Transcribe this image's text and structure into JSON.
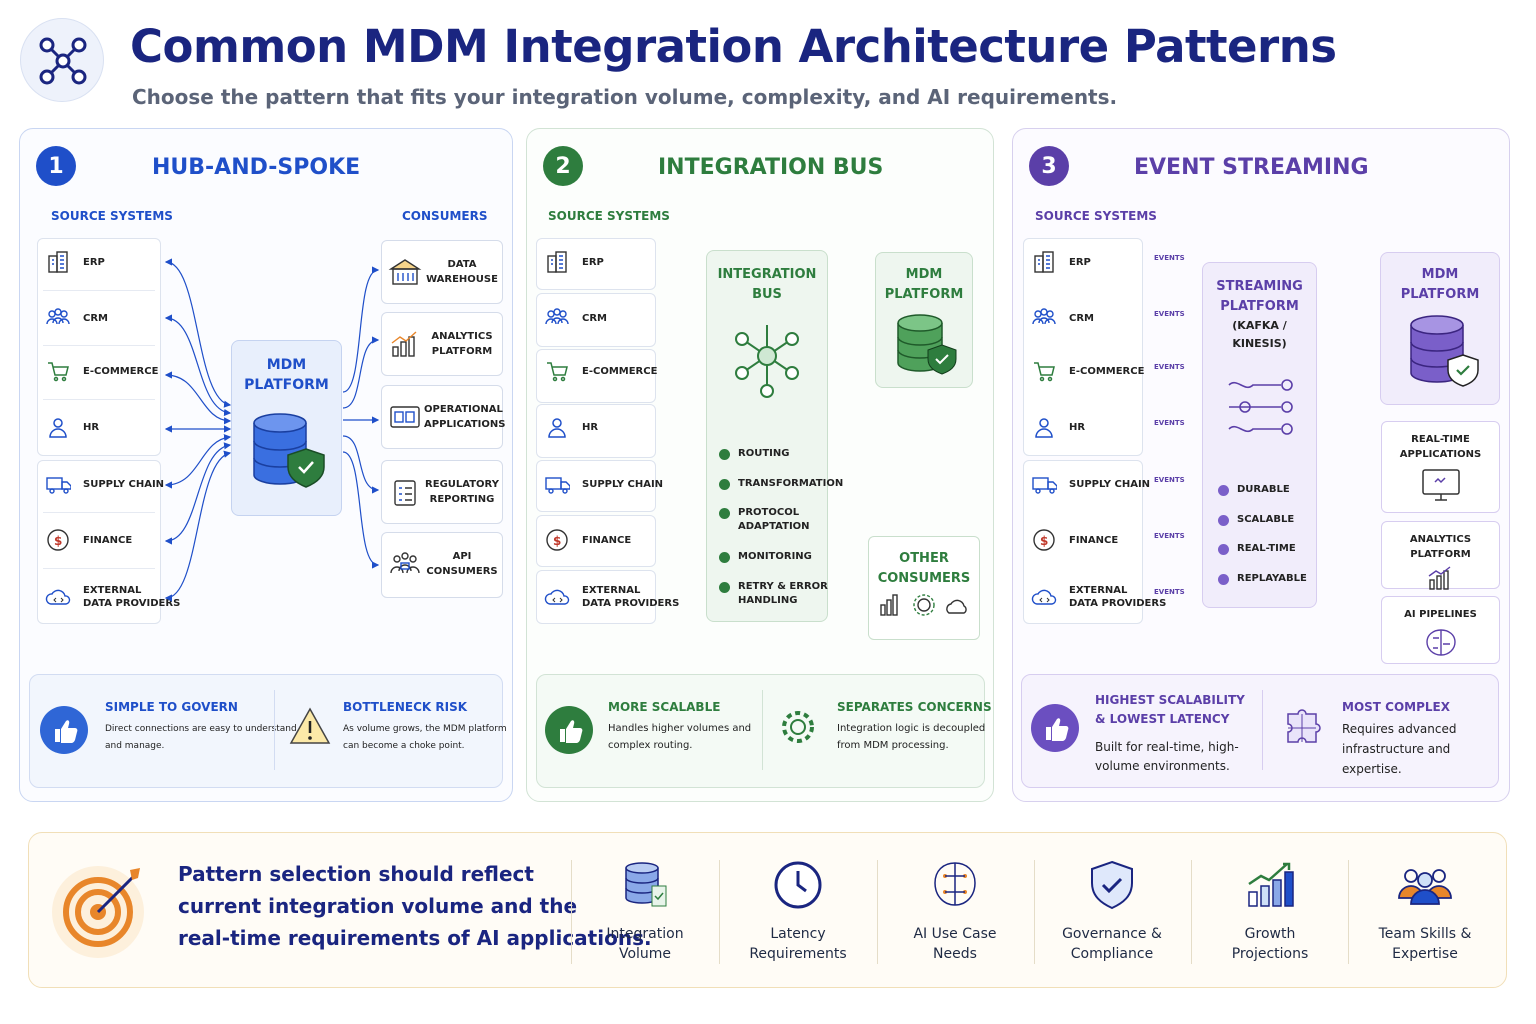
{
  "title": "Common MDM Integration Architecture Patterns",
  "subtitle": "Choose the pattern that fits your integration volume, complexity, and AI requirements.",
  "patterns": [
    {
      "number": "1",
      "title": "HUB-AND-SPOKE",
      "sources_label": "SOURCE SYSTEMS",
      "consumers_label": "CONSUMERS",
      "hub": [
        "MDM",
        "PLATFORM"
      ],
      "consumers": [
        [
          "DATA",
          "WAREHOUSE"
        ],
        [
          "ANALYTICS",
          "PLATFORM"
        ],
        [
          "OPERATIONAL",
          "APPLICATIONS"
        ],
        [
          "REGULATORY",
          "REPORTING"
        ],
        [
          "API",
          "CONSUMERS"
        ]
      ],
      "pro": {
        "title": "SIMPLE TO GOVERN",
        "text": [
          "Direct connections are easy to understand",
          "and manage."
        ]
      },
      "con": {
        "title": "BOTTLENECK RISK",
        "text": [
          "As volume grows, the MDM platform",
          "can become a choke point."
        ]
      }
    },
    {
      "number": "2",
      "title": "INTEGRATION BUS",
      "sources_label": "SOURCE SYSTEMS",
      "bus": [
        "INTEGRATION",
        "BUS"
      ],
      "mdm": [
        "MDM",
        "PLATFORM"
      ],
      "features": [
        [
          "ROUTING"
        ],
        [
          "TRANSFORMATION"
        ],
        [
          "PROTOCOL",
          "ADAPTATION"
        ],
        [
          "MONITORING"
        ],
        [
          "RETRY & ERROR",
          "HANDLING"
        ]
      ],
      "other": [
        "OTHER",
        "CONSUMERS"
      ],
      "pro": {
        "title": "MORE SCALABLE",
        "text": [
          "Handles higher volumes and",
          "complex routing."
        ]
      },
      "con": {
        "title": "SEPARATES CONCERNS",
        "text": [
          "Integration logic is decoupled",
          "from MDM processing."
        ]
      }
    },
    {
      "number": "3",
      "title": "EVENT STREAMING",
      "sources_label": "SOURCE SYSTEMS",
      "event_label": "EVENTS",
      "stream": [
        "STREAMING",
        "PLATFORM",
        "(KAFKA /",
        "KINESIS)"
      ],
      "mdm": [
        "MDM",
        "PLATFORM"
      ],
      "features": [
        "DURABLE",
        "SCALABLE",
        "REAL-TIME",
        "REPLAYABLE"
      ],
      "consumers": [
        [
          "REAL-TIME",
          "APPLICATIONS"
        ],
        [
          "ANALYTICS",
          "PLATFORM"
        ],
        [
          "AI PIPELINES"
        ]
      ],
      "pro": {
        "title": [
          "HIGHEST SCALABILITY",
          "& LOWEST LATENCY"
        ],
        "text": [
          "Built for real-time, high-",
          "volume environments."
        ]
      },
      "con": {
        "title": "MOST COMPLEX",
        "text": [
          "Requires advanced",
          "infrastructure and",
          "expertise."
        ]
      }
    }
  ],
  "sources": [
    [
      "ERP"
    ],
    [
      "CRM"
    ],
    [
      "E-COMMERCE"
    ],
    [
      "HR"
    ],
    [
      "SUPPLY CHAIN"
    ],
    [
      "FINANCE"
    ],
    [
      "EXTERNAL",
      "DATA PROVIDERS"
    ]
  ],
  "bottom": {
    "message": [
      "Pattern selection should reflect",
      "current integration volume and the",
      "real-time requirements of AI applications."
    ],
    "criteria": [
      [
        "Integration",
        "Volume"
      ],
      [
        "Latency",
        "Requirements"
      ],
      [
        "AI Use Case",
        "Needs"
      ],
      [
        "Governance &",
        "Compliance"
      ],
      [
        "Growth",
        "Projections"
      ],
      [
        "Team Skills &",
        "Expertise"
      ]
    ]
  },
  "colors": {
    "blue": "#1f4fc9",
    "green": "#2e7d3e",
    "purple": "#5b3fa8",
    "navy": "#1a2580",
    "orange": "#e8862a"
  }
}
